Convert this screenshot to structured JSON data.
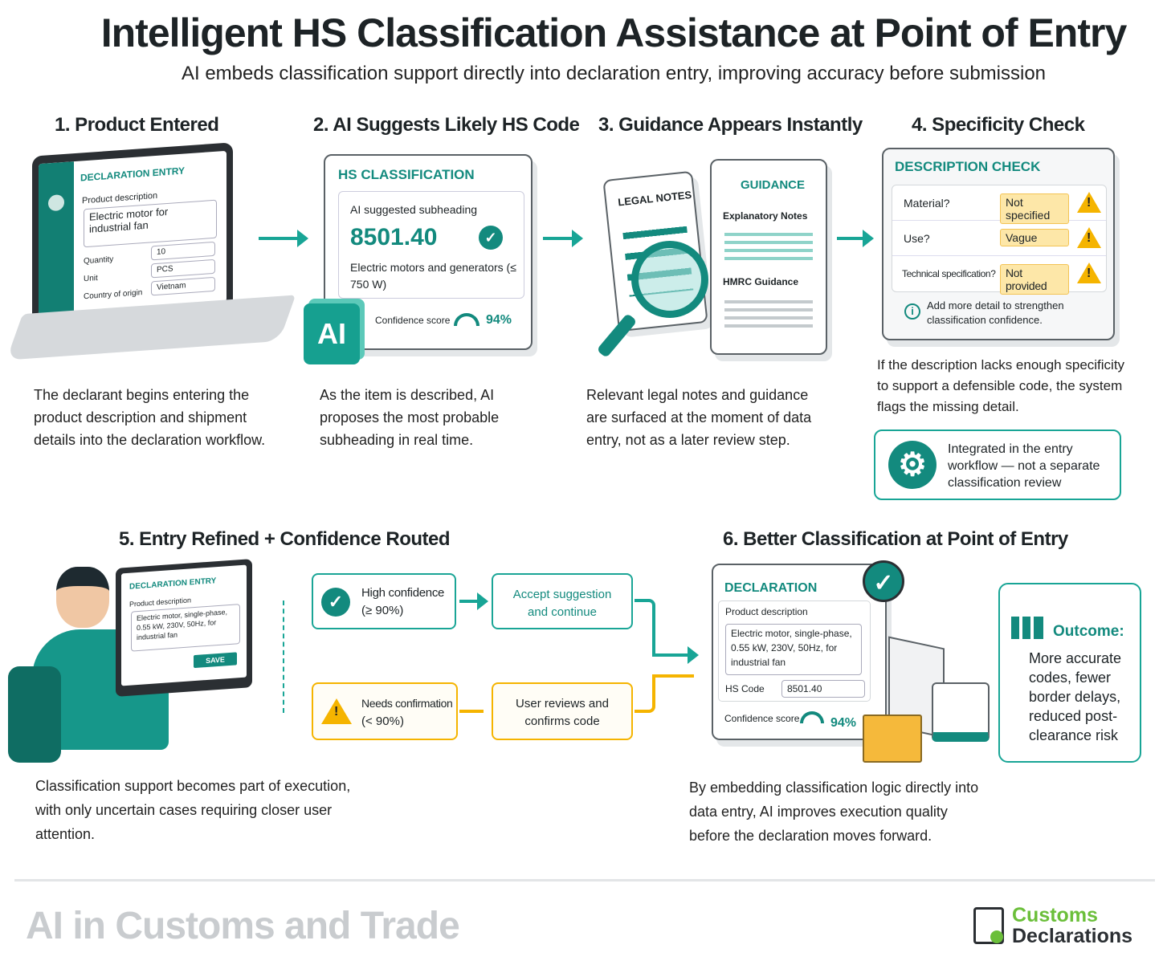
{
  "header": {
    "title": "Intelligent HS Classification Assistance at Point of Entry",
    "subtitle": "AI embeds classification support directly into declaration entry, improving accuracy before submission"
  },
  "step1": {
    "title": "1.  Product Entered",
    "screen_title": "DECLARATION ENTRY",
    "product_label": "Product description",
    "product_value": "Electric motor for industrial fan",
    "quantity_label": "Quantity",
    "quantity_value": "10",
    "unit_label": "Unit",
    "unit_value": "PCS",
    "origin_label": "Country of origin",
    "origin_value": "Vietnam",
    "desc": "The declarant begins entering the product description and shipment details into the declaration workflow."
  },
  "step2": {
    "title": "2. AI Suggests Likely HS Code",
    "card_title": "HS CLASSIFICATION",
    "suggest_label": "AI suggested subheading",
    "code": "8501.40",
    "code_desc": "Electric motors and generators (≤ 750 W)",
    "confidence_label": "Confidence score",
    "confidence": "94%",
    "ai_badge": "AI",
    "desc": "As the item is described, AI proposes the most probable subheading in real time."
  },
  "step3": {
    "title": "3. Guidance Appears Instantly",
    "legal": "LEGAL NOTES",
    "guidance": "GUIDANCE",
    "explanatory": "Explanatory Notes",
    "hmrc": "HMRC Guidance",
    "desc": "Relevant legal notes and guidance are surfaced at the moment of data entry, not as a later review step."
  },
  "step4": {
    "title": "4.  Specificity Check",
    "card_title": "DESCRIPTION CHECK",
    "rows": [
      {
        "label": "Material?",
        "status": "Not specified"
      },
      {
        "label": "Use?",
        "status": "Vague"
      },
      {
        "label": "Technical specification?",
        "status": "Not provided"
      }
    ],
    "info": "Add more detail to strengthen classification confidence.",
    "desc": "If the description lacks enough specificity to support a defensible code, the system flags the missing detail.",
    "callout": "Integrated in the entry workflow — not a separate classification review"
  },
  "step5": {
    "title": "5. Entry Refined  +  Confidence  Routed",
    "screen_title": "DECLARATION ENTRY",
    "product_label": "Product description",
    "product_value": "Electric motor, single-phase, 0.55 kW, 230V, 50Hz, for industrial fan",
    "save": "SAVE",
    "high_label": "High confidence",
    "high_sub": "(≥ 90%)",
    "accept": "Accept suggestion and continue",
    "low_label": "Needs confirmation",
    "low_sub": "(< 90%)",
    "review": "User reviews and confirms code",
    "desc": "Classification support becomes part of execution, with only uncertain cases requiring closer user attention."
  },
  "step6": {
    "title": "6. Better Classification at Point of Entry",
    "card_title": "DECLARATION",
    "product_label": "Product description",
    "product_value": "Electric motor, single-phase, 0.55 kW, 230V, 50Hz, for industrial fan",
    "hs_label": "HS Code",
    "hs_value": "8501.40",
    "confidence_label": "Confidence score",
    "confidence": "94%",
    "outcome_title": "Outcome:",
    "outcome": "More accurate codes, fewer border delays, reduced post-clearance risk",
    "desc": "By embedding classification logic directly into data entry, AI improves execution quality before the declaration moves forward."
  },
  "footer": {
    "series": "AI in Customs and Trade",
    "logo_line1": "Customs",
    "logo_line2": "Declarations"
  },
  "colors": {
    "teal": "#138a7e",
    "amber": "#f5b400"
  }
}
